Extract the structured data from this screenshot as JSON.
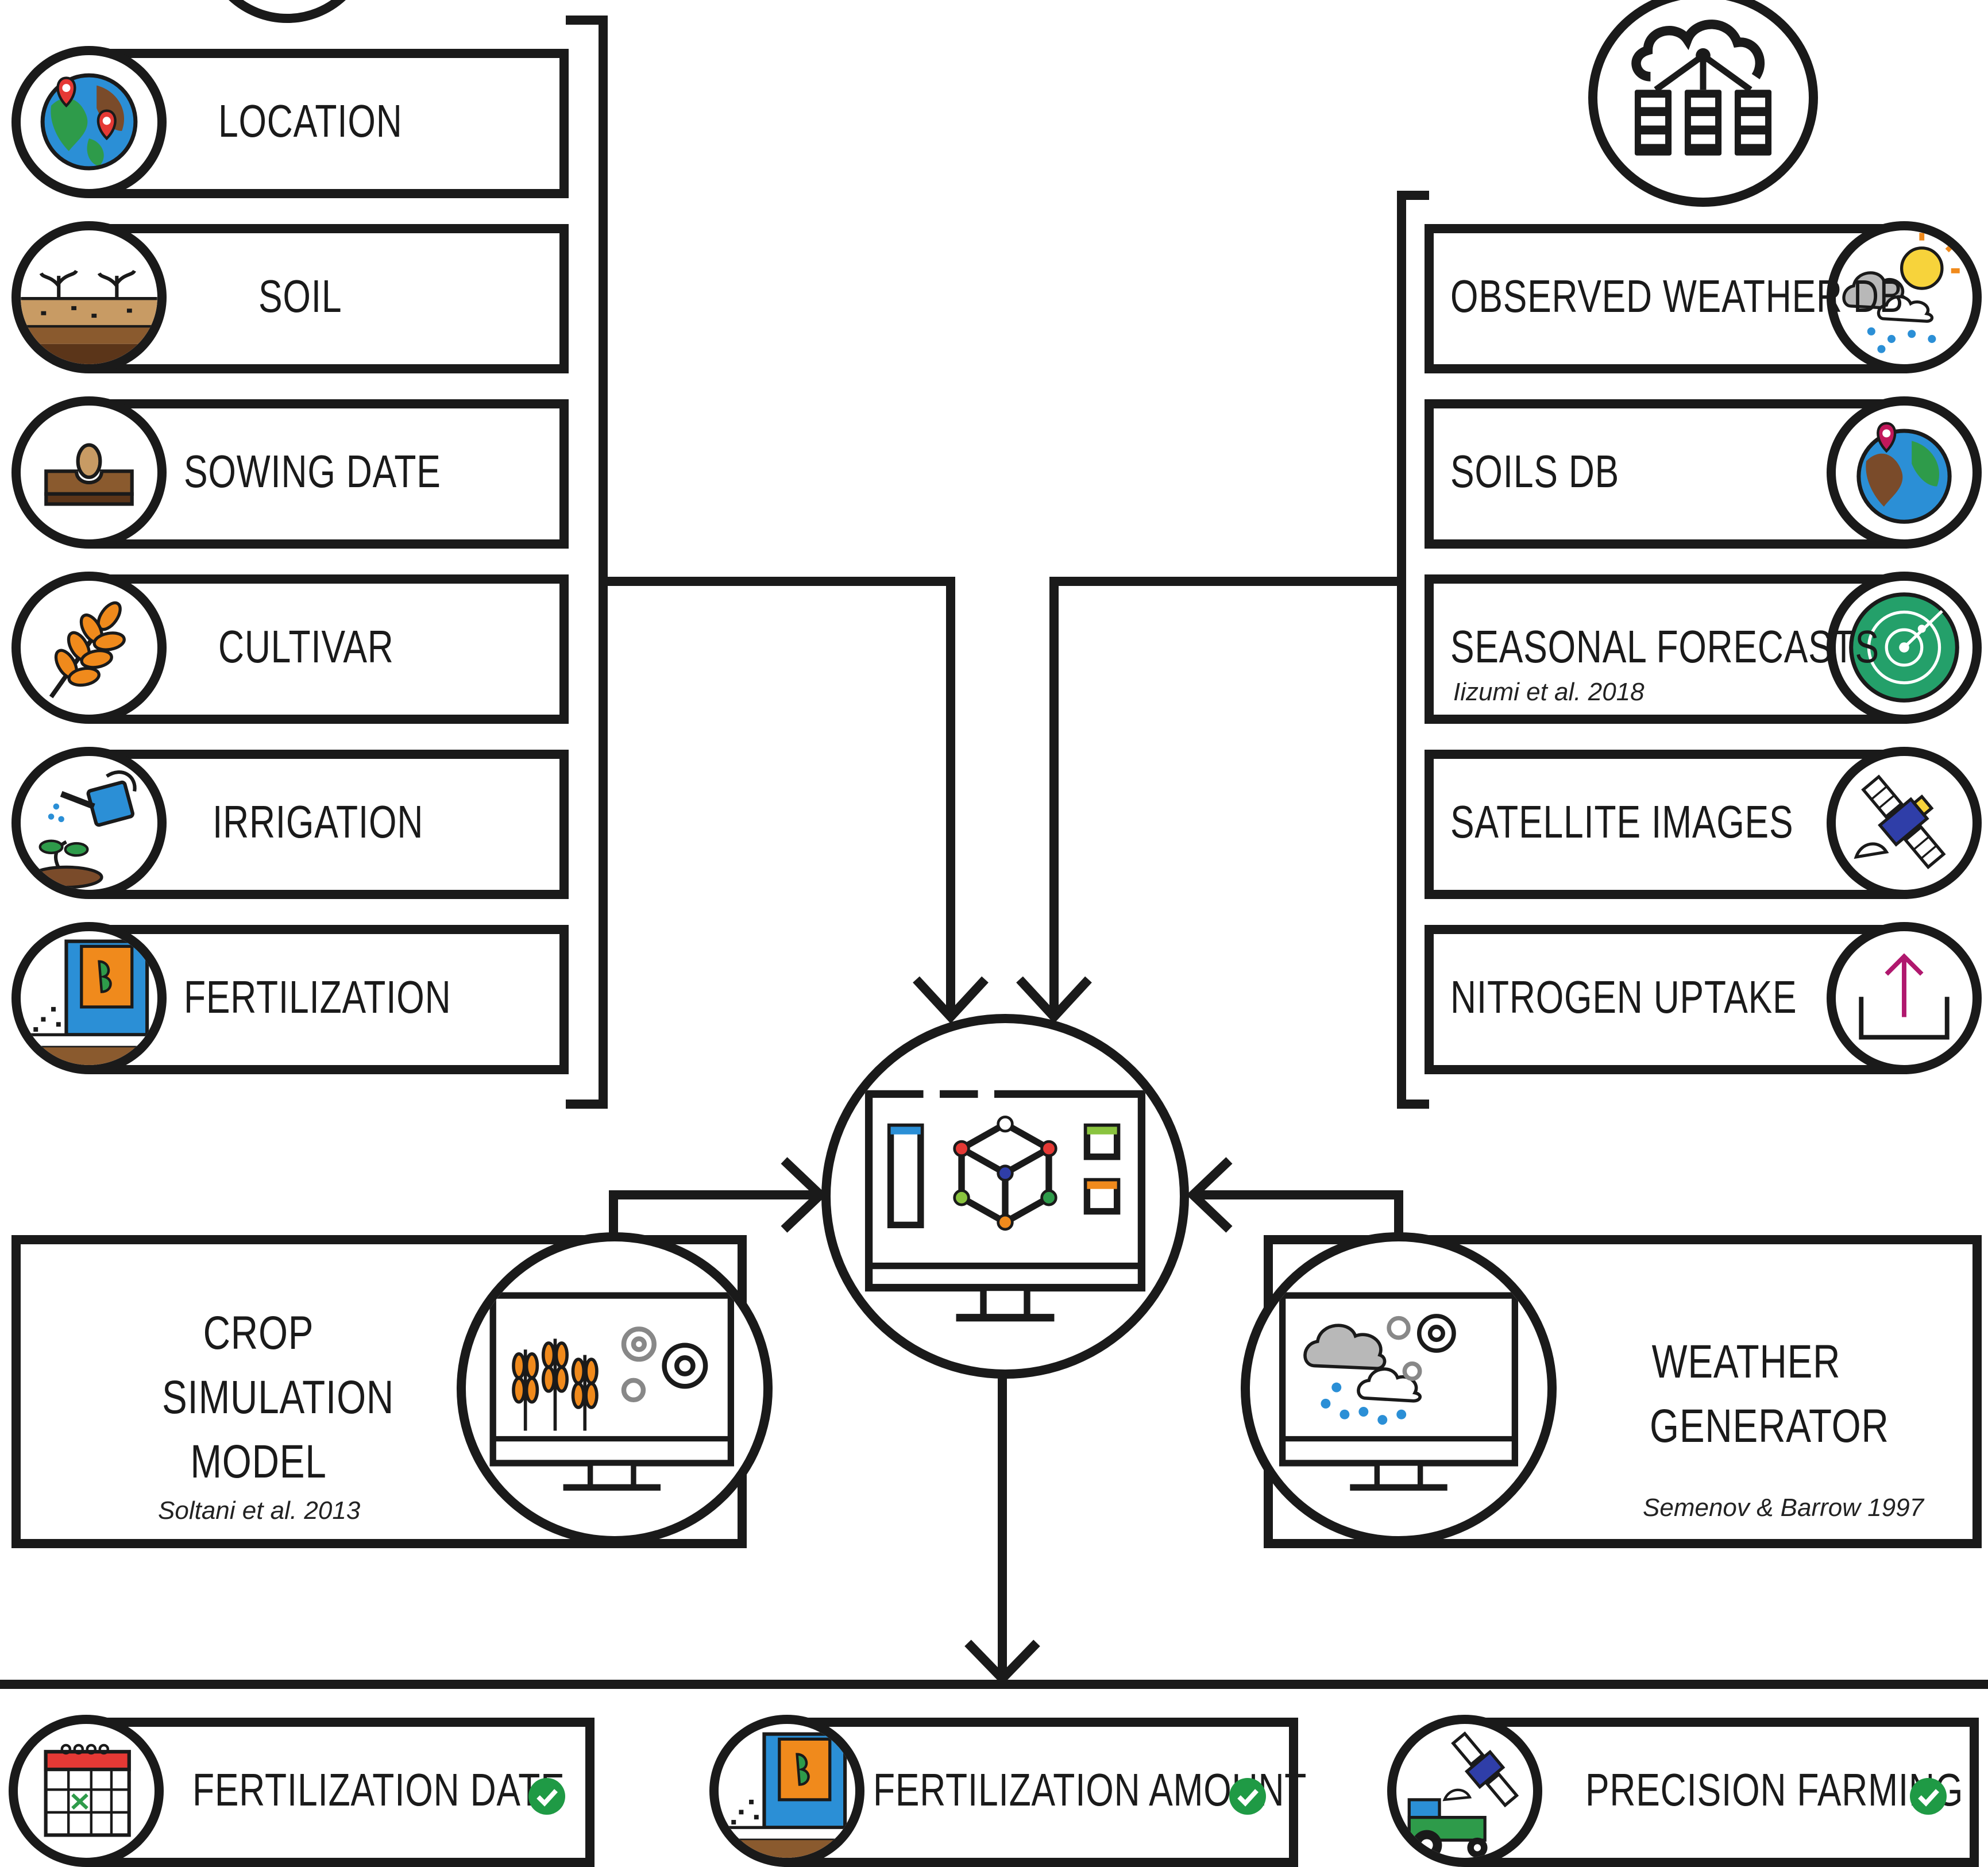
{
  "inputs": [
    {
      "label": "LOCATION",
      "icon": "globe-pins-icon"
    },
    {
      "label": "SOIL",
      "icon": "soil-plants-icon"
    },
    {
      "label": "SOWING DATE",
      "icon": "seed-in-soil-icon"
    },
    {
      "label": "CULTIVAR",
      "icon": "wheat-icon"
    },
    {
      "label": "IRRIGATION",
      "icon": "watering-can-icon"
    },
    {
      "label": "FERTILIZATION",
      "icon": "fertilizer-bag-icon"
    }
  ],
  "databases": [
    {
      "label": "OBSERVED WEATHER DB",
      "icon": "sun-cloud-rain-icon",
      "cite": ""
    },
    {
      "label": "SOILS DB",
      "icon": "globe-pin-icon",
      "cite": ""
    },
    {
      "label": "SEASONAL FORECASTS",
      "icon": "radar-icon",
      "cite": "Iizumi et al. 2018"
    },
    {
      "label": "SATELLITE IMAGES",
      "icon": "satellite-icon",
      "cite": ""
    },
    {
      "label": "NITROGEN UPTAKE",
      "icon": "upload-arrow-icon",
      "cite": ""
    }
  ],
  "crop_model": {
    "lines": [
      "CROP",
      "SIMULATION",
      "MODEL"
    ],
    "cite": "Soltani et al. 2013"
  },
  "weather_generator": {
    "lines": [
      "WEATHER",
      "GENERATOR"
    ],
    "cite": "Semenov & Barrow 1997"
  },
  "outputs": [
    {
      "label": "FERTILIZATION DATE",
      "icon": "calendar-icon"
    },
    {
      "label": "FERTILIZATION AMOUNT",
      "icon": "fertilizer-bag-icon"
    },
    {
      "label": "PRECISION FARMING",
      "icon": "tractor-satellite-icon"
    }
  ],
  "colors": {
    "line": "#1a1a1a",
    "check": "#1f9a45",
    "earth_green": "#2e9b4a",
    "earth_brown": "#7a4b2a",
    "ocean": "#2b8fd6",
    "wheat": "#f08a1c",
    "radar": "#24a06a",
    "upload": "#b0186e"
  }
}
